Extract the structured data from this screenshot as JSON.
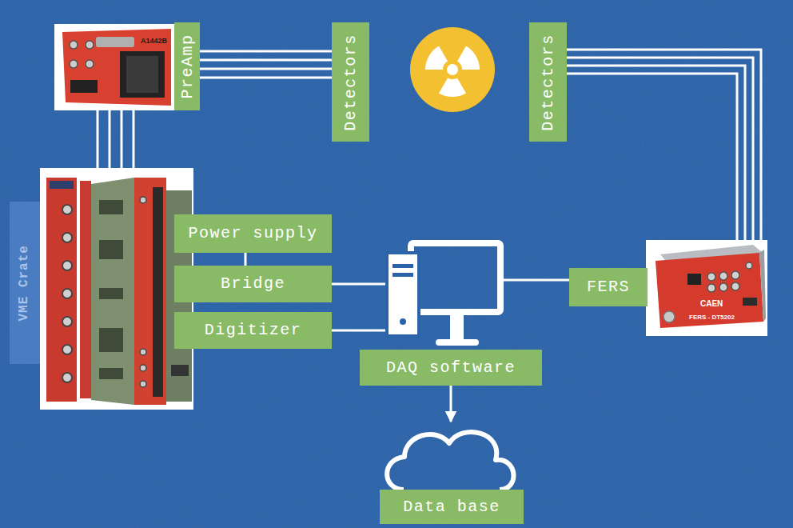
{
  "diagram": {
    "nodes": [
      {
        "text": [
          "PreAmp"
        ]
      },
      {
        "text": [
          "Detectors"
        ]
      },
      {
        "text": [
          "Detectors"
        ]
      },
      {
        "text": [
          "VME Crate"
        ]
      },
      {
        "text": [
          "Power supply"
        ]
      },
      {
        "text": [
          "Bridge"
        ]
      },
      {
        "text": [
          "Digitizer"
        ]
      },
      {
        "text": [
          "DAQ software"
        ]
      },
      {
        "text": [
          "FERS"
        ]
      },
      {
        "text": [
          "Data base"
        ]
      }
    ],
    "edges": [
      {
        "from": 0,
        "to": 1,
        "arrow": "none"
      },
      {
        "from": 2,
        "to": 8,
        "arrow": "none"
      },
      {
        "from": 4,
        "to": 5,
        "arrow": "none"
      },
      {
        "from": 5,
        "to": 7,
        "arrow": "none"
      },
      {
        "from": 6,
        "to": 7,
        "arrow": "none"
      },
      {
        "from": 7,
        "to": 8,
        "arrow": "none"
      },
      {
        "from": 7,
        "to": 9,
        "arrow": "to"
      }
    ],
    "labels": [
      "A1442B",
      "CAEN",
      "FERS - DT5202"
    ]
  }
}
